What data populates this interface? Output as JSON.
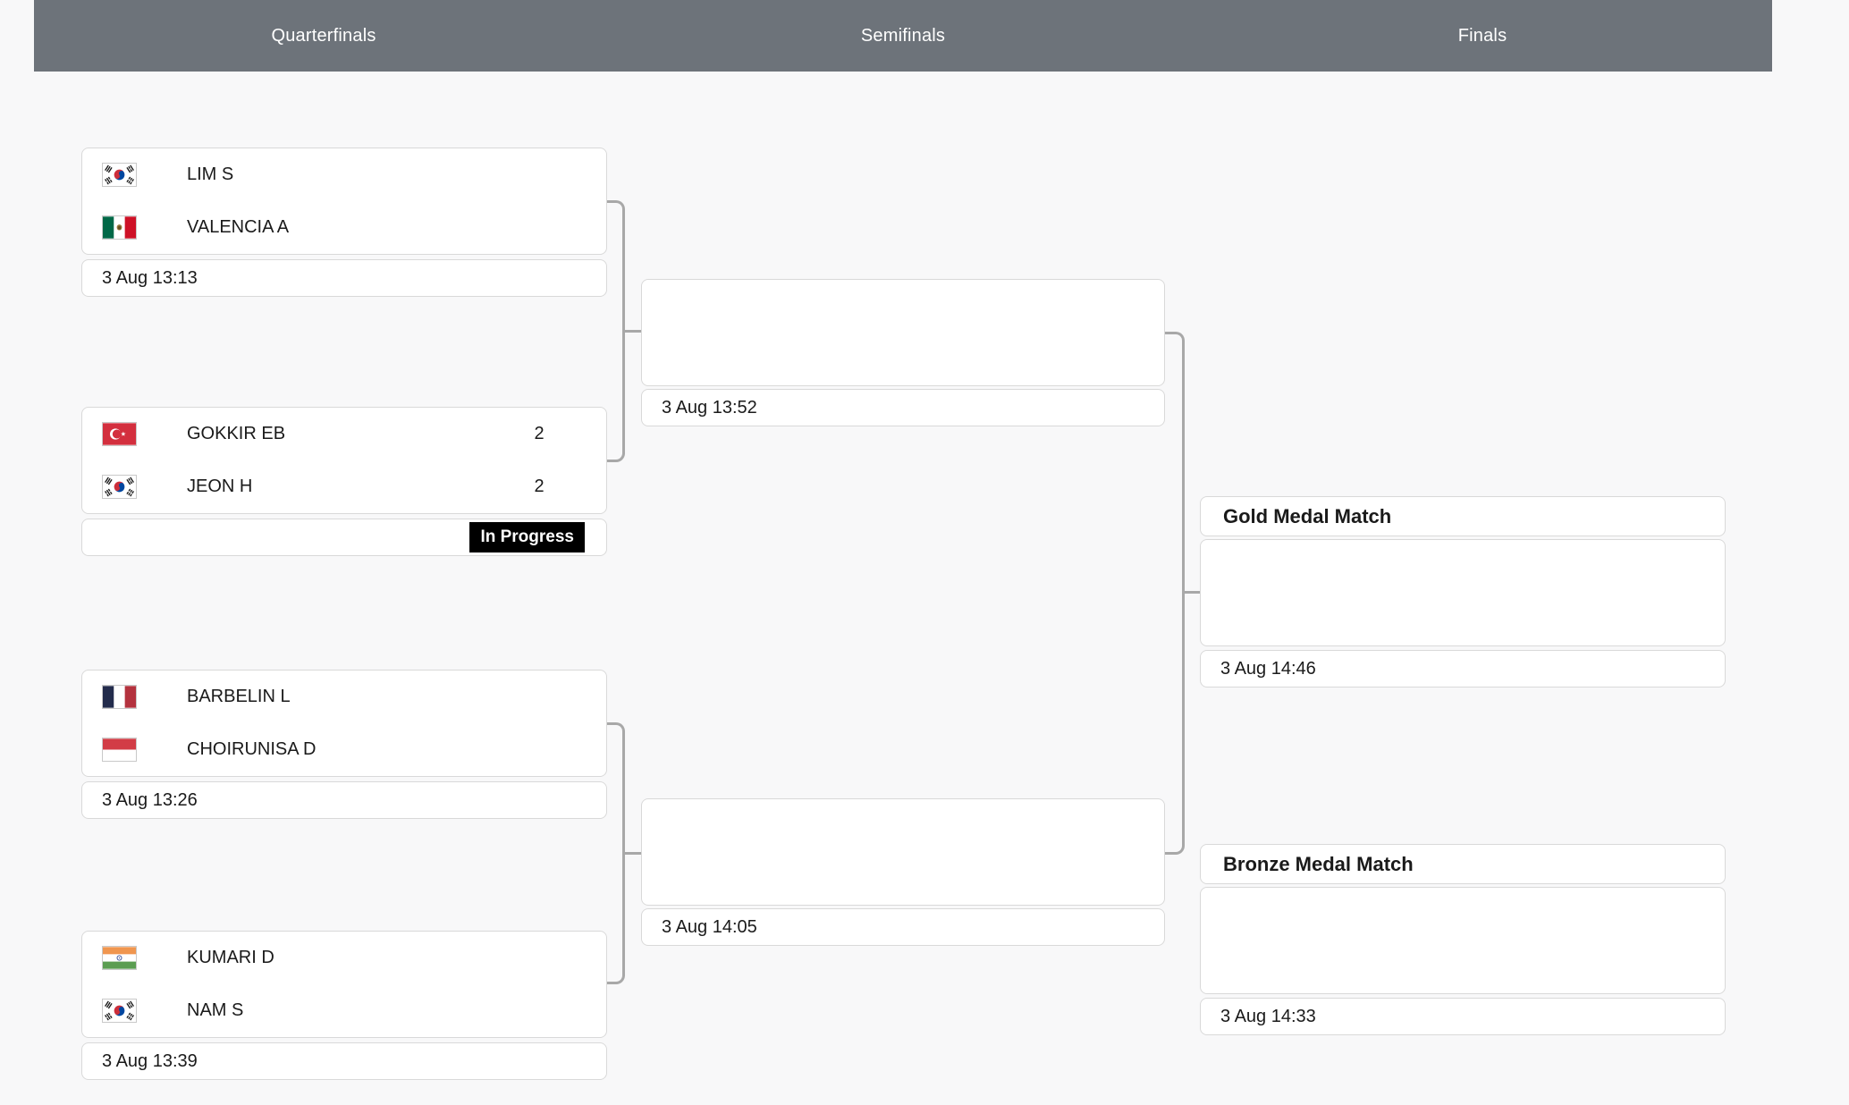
{
  "header": {
    "columns": [
      "Quarterfinals",
      "Semifinals",
      "Finals"
    ]
  },
  "colors": {
    "header_bg": "#6d737a",
    "page_bg": "#f8f8f9",
    "box_border": "#d9d9d9",
    "connector": "#a8a8a8",
    "badge_bg": "#000000",
    "badge_text": "#ffffff"
  },
  "rounds": {
    "quarterfinals": [
      {
        "players": [
          {
            "country": "KOR",
            "name": "LIM S",
            "score": ""
          },
          {
            "country": "MEX",
            "name": "VALENCIA A",
            "score": ""
          }
        ],
        "footer": {
          "type": "time",
          "text": "3 Aug 13:13"
        }
      },
      {
        "players": [
          {
            "country": "TUR",
            "name": "GOKKIR EB",
            "score": "2"
          },
          {
            "country": "KOR",
            "name": "JEON H",
            "score": "2"
          }
        ],
        "footer": {
          "type": "status",
          "text": "In Progress"
        }
      },
      {
        "players": [
          {
            "country": "FRA",
            "name": "BARBELIN L",
            "score": ""
          },
          {
            "country": "INA",
            "name": "CHOIRUNISA D",
            "score": ""
          }
        ],
        "footer": {
          "type": "time",
          "text": "3 Aug 13:26"
        }
      },
      {
        "players": [
          {
            "country": "IND",
            "name": "KUMARI D",
            "score": ""
          },
          {
            "country": "KOR",
            "name": "NAM S",
            "score": ""
          }
        ],
        "footer": {
          "type": "time",
          "text": "3 Aug 13:39"
        }
      }
    ],
    "semifinals": [
      {
        "players": [],
        "footer": {
          "type": "time",
          "text": "3 Aug 13:52"
        }
      },
      {
        "players": [],
        "footer": {
          "type": "time",
          "text": "3 Aug 14:05"
        }
      }
    ],
    "finals": [
      {
        "title": "Gold Medal Match",
        "players": [],
        "footer": {
          "type": "time",
          "text": "3 Aug 14:46"
        }
      },
      {
        "title": "Bronze Medal Match",
        "players": [],
        "footer": {
          "type": "time",
          "text": "3 Aug 14:33"
        }
      }
    ]
  }
}
